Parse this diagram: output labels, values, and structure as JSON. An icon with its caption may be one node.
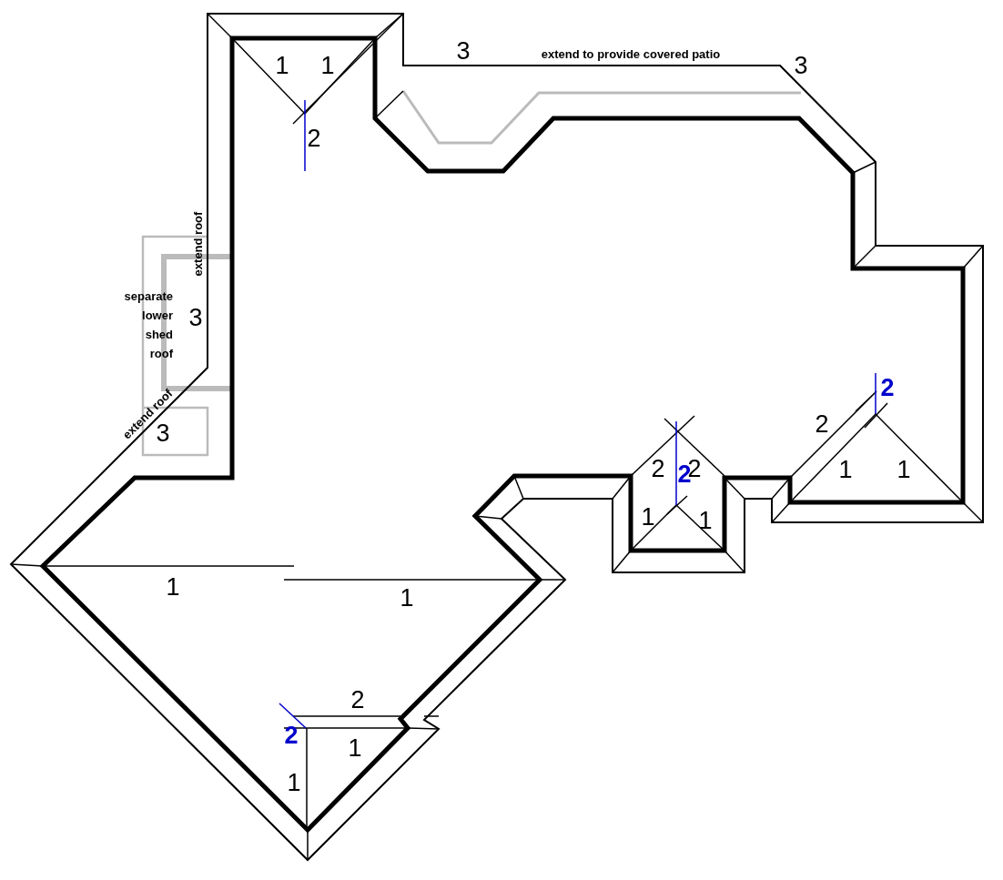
{
  "diagram": {
    "labels": [
      "1",
      "1",
      "3",
      "extend to provide covered patio",
      "3",
      "2",
      "extend roof",
      "separate lower shed roof",
      "3",
      "extend roof",
      "3",
      "2",
      "2",
      "2",
      "2",
      "2",
      "1",
      "1",
      "1",
      "1",
      "1",
      "1",
      "2",
      "2",
      "1",
      "1"
    ]
  }
}
